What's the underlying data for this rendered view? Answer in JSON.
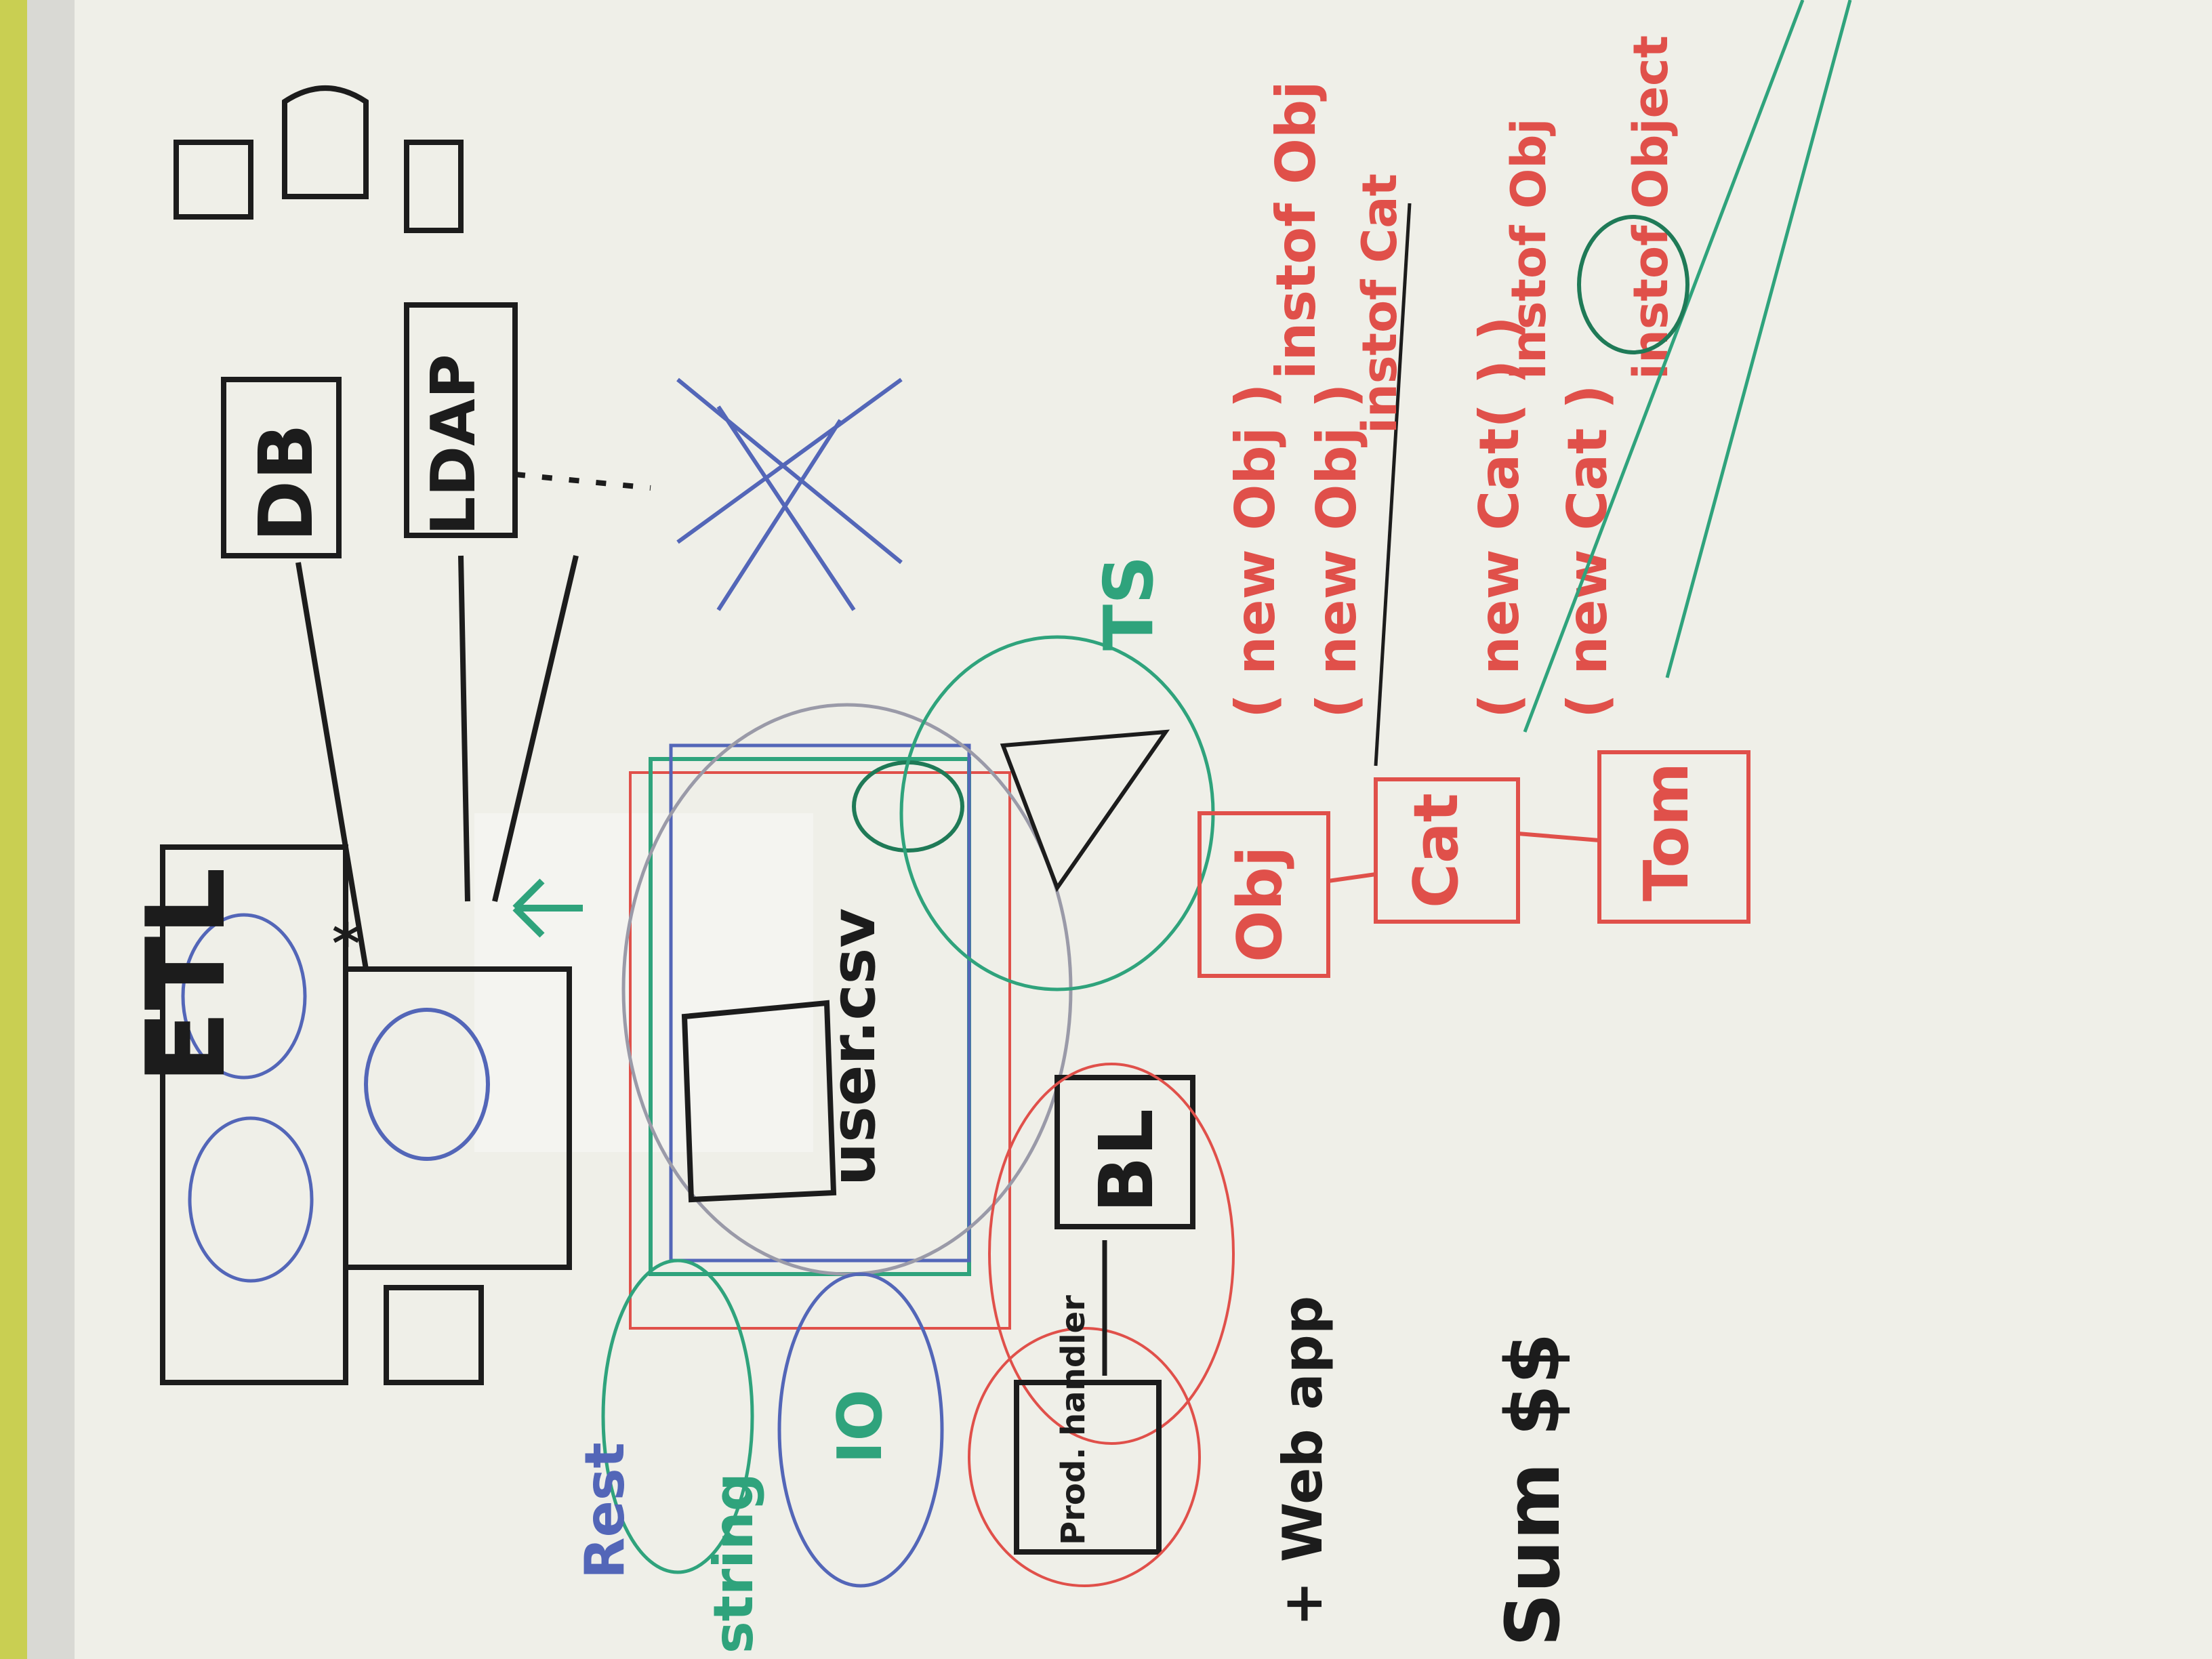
{
  "photo": {
    "description_colors": {
      "board": "#efefe8",
      "wall": "#c9cf52",
      "frame": "#d9d9d4",
      "black": "#1c1c1c",
      "red": "#e0504a",
      "teal": "#2fa37c",
      "blue": "#5366b8",
      "darkgreen": "#1f7a57"
    }
  },
  "labels": {
    "etl": "ETL",
    "db": "DB",
    "ldap": "LDAP",
    "user_csv": "user.csv",
    "bl": "BL",
    "prod_handler": "Prod. handler",
    "web_app": "+ Web app",
    "sum": "Sum $$",
    "ts": "TS",
    "io": "IO",
    "rest": "Rest",
    "string": "string",
    "obj": "Obj",
    "cat": "Cat",
    "tom": "Tom",
    "new_obj_1": "( new Obj )",
    "instof_obj_1": "instof Obj",
    "new_obj_2": "( new Obj )",
    "instof_cat_1": "instof Cat",
    "new_cat_1": "( new Cat( ) )",
    "instof_obj_3": "instof Obj",
    "new_cat_2": "( new Cat )",
    "instof_object": "instof Object",
    "star": "*"
  }
}
